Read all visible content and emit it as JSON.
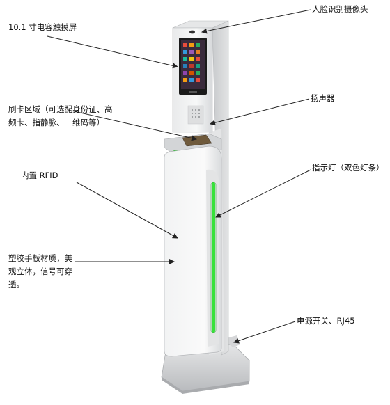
{
  "annotations": {
    "face_camera": "人脸识别摄像头",
    "screen": "10.1 寸电容触摸屏",
    "card_area": "刷卡区域（可选配身份证、高频卡、指静脉、二维码等）",
    "speaker": "扬声器",
    "rfid": "内置 RFID",
    "indicator_light": "指示灯（双色灯条）",
    "panel_material": "塑胶手板材质，美观立体，信号可穿透。",
    "power": "电源开关、RJ45"
  },
  "colors": {
    "body_light": "#f1f2f3",
    "body_shade": "#c9cbcd",
    "screen_frame": "#2a2a2a",
    "green_light": "#37e23a",
    "arrow": "#222222"
  },
  "icons": {
    "arrow": "arrow-icon"
  }
}
